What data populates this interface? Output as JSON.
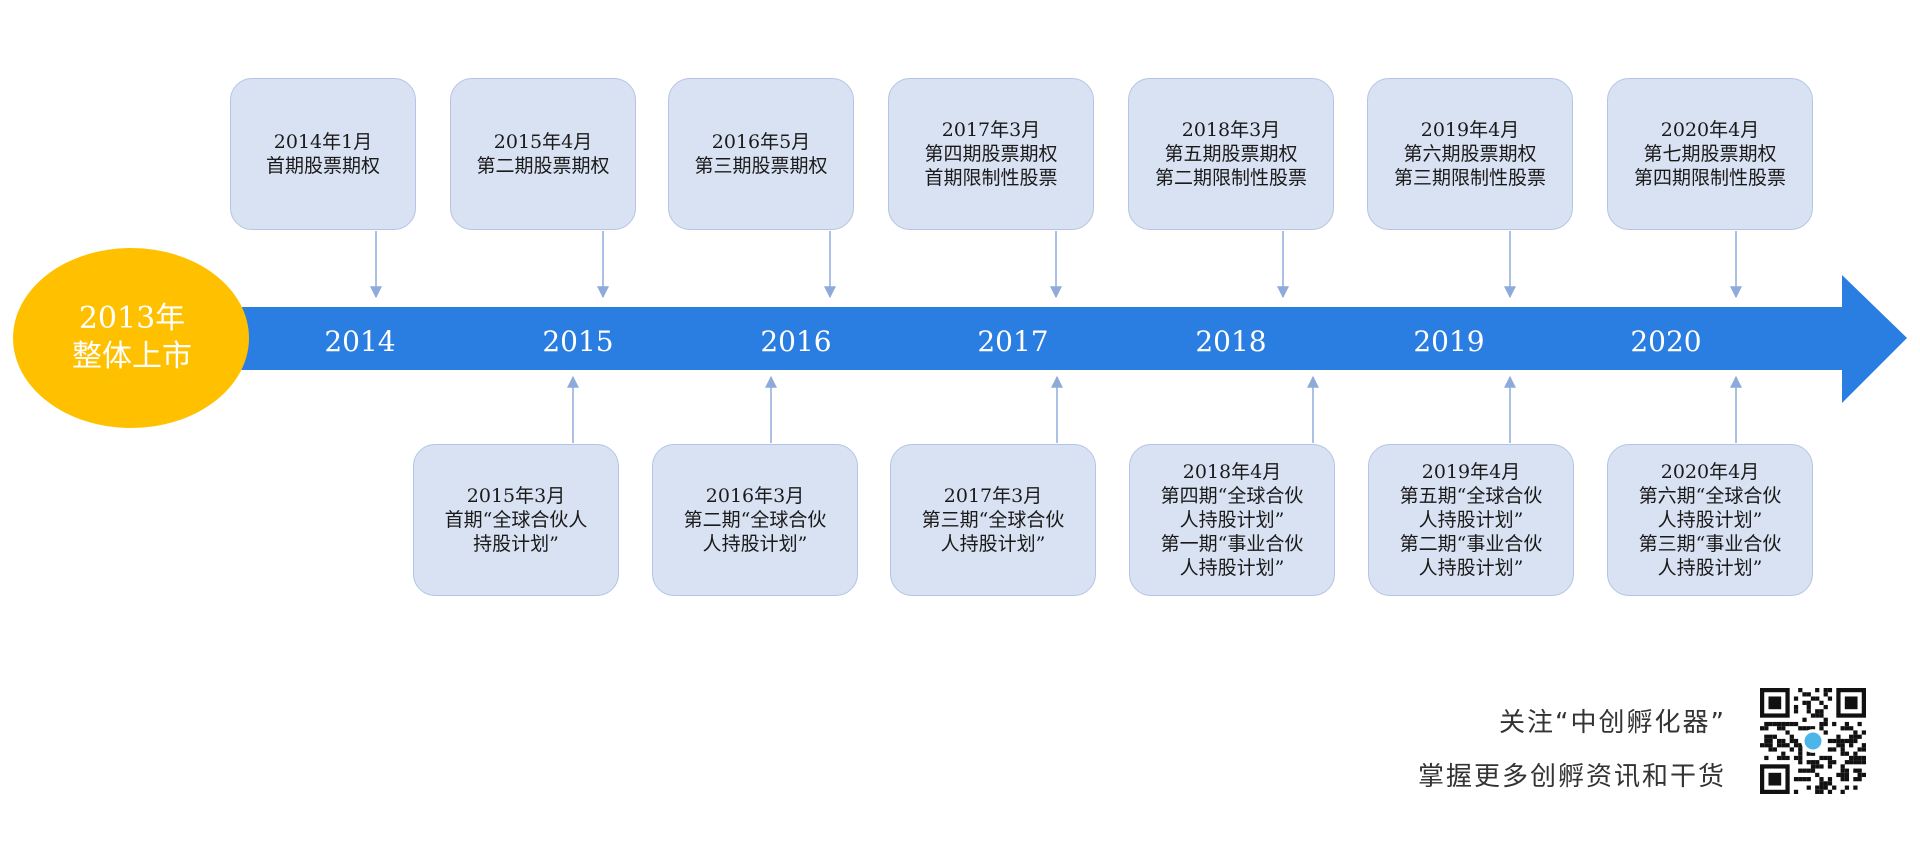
{
  "start": {
    "line1": "2013年",
    "line2": "整体上市"
  },
  "years": [
    "2014",
    "2015",
    "2016",
    "2017",
    "2018",
    "2019",
    "2020"
  ],
  "top_events": [
    {
      "lines": [
        "2014年1月",
        "首期股票期权"
      ]
    },
    {
      "lines": [
        "2015年4月",
        "第二期股票期权"
      ]
    },
    {
      "lines": [
        "2016年5月",
        "第三期股票期权"
      ]
    },
    {
      "lines": [
        "2017年3月",
        "第四期股票期权",
        "首期限制性股票"
      ]
    },
    {
      "lines": [
        "2018年3月",
        "第五期股票期权",
        "第二期限制性股票"
      ]
    },
    {
      "lines": [
        "2019年4月",
        "第六期股票期权",
        "第三期限制性股票"
      ]
    },
    {
      "lines": [
        "2020年4月",
        "第七期股票期权",
        "第四期限制性股票"
      ]
    }
  ],
  "bottom_events": [
    {
      "lines": [
        "2015年3月",
        "首期“全球合伙人",
        "持股计划”"
      ]
    },
    {
      "lines": [
        "2016年3月",
        "第二期“全球合伙",
        "人持股计划”"
      ]
    },
    {
      "lines": [
        "2017年3月",
        "第三期“全球合伙",
        "人持股计划”"
      ]
    },
    {
      "lines": [
        "2018年4月",
        "第四期“全球合伙",
        "人持股计划”",
        "第一期“事业合伙",
        "人持股计划”"
      ]
    },
    {
      "lines": [
        "2019年4月",
        "第五期“全球合伙",
        "人持股计划”",
        "第二期“事业合伙",
        "人持股计划”"
      ]
    },
    {
      "lines": [
        "2020年4月",
        "第六期“全球合伙",
        "人持股计划”",
        "第三期“事业合伙",
        "人持股计划”"
      ]
    }
  ],
  "footer": {
    "line1": "关注“中创孵化器”",
    "line2": "掌握更多创孵资讯和干货"
  },
  "colors": {
    "arrow": "#2a7de1",
    "ellipse": "#ffc000",
    "box_fill": "#d9e2f2",
    "box_border": "#b4c4e6",
    "connector": "#8eaadb"
  },
  "icons": {
    "qr": "qr-code-icon"
  }
}
